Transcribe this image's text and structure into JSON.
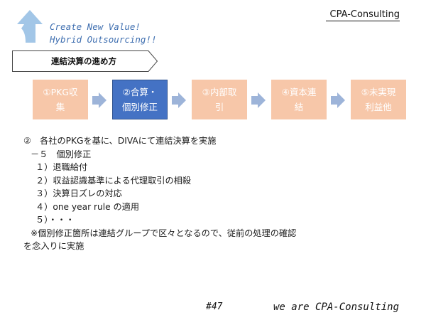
{
  "header": {
    "brand": "CPA-Consulting",
    "slogan_line1": "Create New Value!",
    "slogan_line2": "Hybrid Outsourcing!!",
    "logo_icon": "up-arrow-icon",
    "logo_color": "#9dc3e6"
  },
  "section": {
    "title": "連結決算の進め方"
  },
  "process_steps": [
    {
      "label_line1": "①PKG収",
      "label_line2": "集",
      "active": false
    },
    {
      "label_line1": "②合算・",
      "label_line2": "個別修正",
      "active": true
    },
    {
      "label_line1": "③内部取",
      "label_line2": "引",
      "active": false
    },
    {
      "label_line1": "④資本連",
      "label_line2": "結",
      "active": false
    },
    {
      "label_line1": "⑤未実現",
      "label_line2": "利益他",
      "active": false
    }
  ],
  "colors": {
    "step_inactive": "#f7c7a9",
    "step_active": "#4472c4",
    "chevron": "#9db4d9"
  },
  "body": {
    "heading": "②　各社のPKGを基に、DIVAにて連結決算を実施",
    "sub_heading": "－５　個別修正",
    "items": [
      "１）退職給付",
      "２）収益認識基準による代理取引の相殺",
      "３）決算日ズレの対応",
      "４）one year rule の適用",
      "５）・・・"
    ],
    "note_line1": "※個別修正箇所は連結グループで区々となるので、従前の処理の確認",
    "note_line2": "を念入りに実施"
  },
  "footer": {
    "page_number": "#47",
    "brand": "we are CPA-Consulting"
  }
}
